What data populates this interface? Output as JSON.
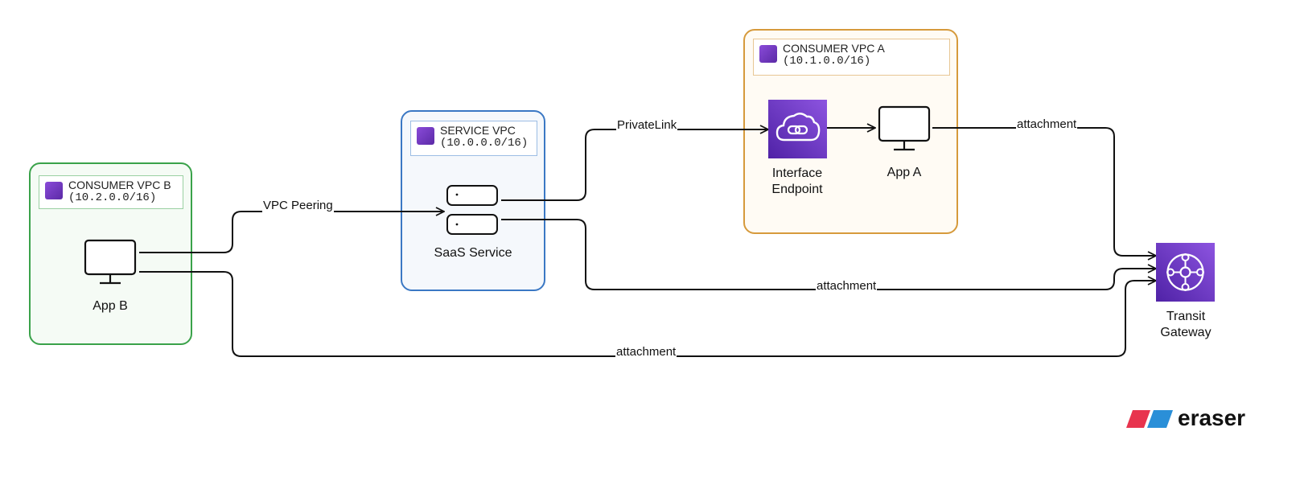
{
  "groups": {
    "consumer_b": {
      "title": "CONSUMER VPC B",
      "cidr": "(10.2.0.0/16)"
    },
    "service": {
      "title": "SERVICE VPC",
      "cidr": "(10.0.0.0/16)"
    },
    "consumer_a": {
      "title": "CONSUMER VPC A",
      "cidr": "(10.1.0.0/16)"
    }
  },
  "nodes": {
    "app_b": "App B",
    "saas": "SaaS Service",
    "endpoint_line1": "Interface",
    "endpoint_line2": "Endpoint",
    "app_a": "App A",
    "tgw_line1": "Transit",
    "tgw_line2": "Gateway"
  },
  "edges": {
    "vpc_peering": "VPC Peering",
    "privatelink": "PrivateLink",
    "attach_app_a": "attachment",
    "attach_saas": "attachment",
    "attach_app_b": "attachment"
  },
  "brand": {
    "name": "eraser"
  },
  "colors": {
    "consumer_b_border": "#3aa24a",
    "consumer_b_fill": "#f5fbf5",
    "service_border": "#3b78c4",
    "service_fill": "#f5f8fc",
    "consumer_a_border": "#d69a3c",
    "consumer_a_fill": "#fffbf4",
    "aws_purple": "#6b34c4"
  }
}
